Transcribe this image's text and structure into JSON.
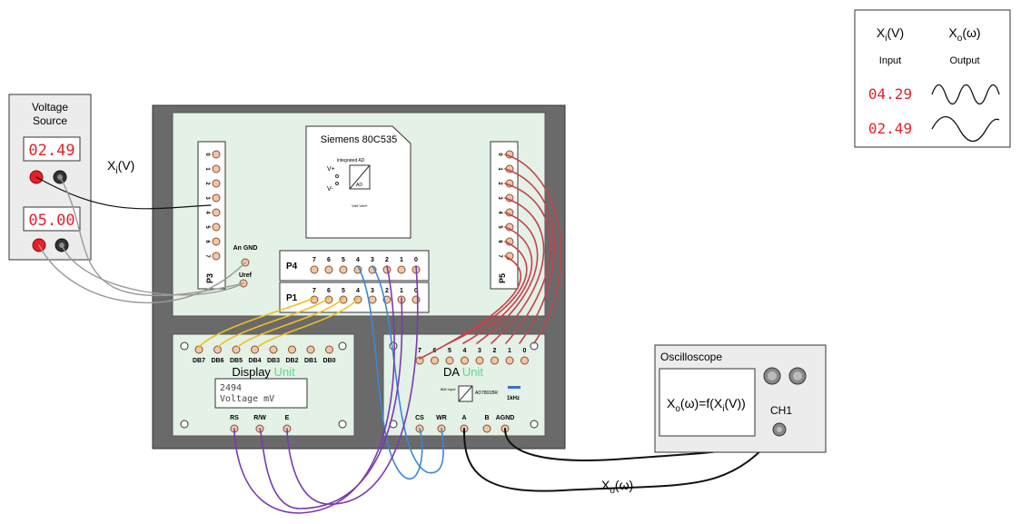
{
  "voltage_source": {
    "title_line1": "Voltage",
    "title_line2": "Source",
    "display1": "02.49",
    "display2": "05.00"
  },
  "xi_wire_label": "X",
  "xi_wire_sub": "i",
  "xi_wire_tail": "(V)",
  "mcu": {
    "chip_label": "Siemens 80C535",
    "integrated_ad": "Integrated AD",
    "v_plus": "V+",
    "v_minus": "V-",
    "ad_label": "AD",
    "vref": "Vref Vref+",
    "p3_label": "P3",
    "p5_label": "P5",
    "p4_label": "P4",
    "p1_label": "P1",
    "an_gnd": "An GND",
    "uref": "Uref",
    "port_pins": [
      "0",
      "1",
      "2",
      "3",
      "4",
      "5",
      "6",
      "7"
    ],
    "p4_pins": [
      "7",
      "6",
      "5",
      "4",
      "3",
      "2",
      "1",
      "0"
    ]
  },
  "display_unit": {
    "title": "Display",
    "title_accent": "Unit",
    "db_labels": [
      "DB7",
      "DB6",
      "DB5",
      "DB4",
      "DB3",
      "DB2",
      "DB1",
      "DB0"
    ],
    "lcd_line1": "2494",
    "lcd_line2": "Voltage mV",
    "ctrl_labels": [
      "RS",
      "R/W",
      "E"
    ]
  },
  "da_unit": {
    "title": "DA",
    "title_accent": "Unit",
    "bit_labels": [
      "7",
      "6",
      "5",
      "4",
      "3",
      "2",
      "1",
      "0"
    ],
    "chip": "AD7801BR",
    "freq": "1kHz",
    "input_label": "8bit Input",
    "ctrl_labels": [
      "CS",
      "WR",
      "A",
      "B",
      "AGND"
    ]
  },
  "oscilloscope": {
    "title": "Oscilloscope",
    "screen_text": "X",
    "screen_sub": "o",
    "screen_mid": "(ω)=f(X",
    "screen_sub2": "i",
    "screen_tail": "(V))",
    "channel": "CH1"
  },
  "xo_wire_label": "X",
  "xo_wire_sub": "o",
  "xo_wire_tail": "(ω)",
  "legend": {
    "col1_head": "X",
    "col1_sub": "i",
    "col1_tail": "(V)",
    "col2_head": "X",
    "col2_sub": "o",
    "col2_tail": "(ω)",
    "col1_caption": "Input",
    "col2_caption": "Output",
    "row1_value": "04.29",
    "row2_value": "02.49"
  },
  "colors": {
    "lcd_red": "#e8202a",
    "board_green": "#e3f1e6",
    "frame_gray": "#6a6a6a",
    "wire_red": "#c8404a",
    "wire_blue": "#3a86d6",
    "wire_purple": "#7a3ab0",
    "wire_yellow": "#f0c020",
    "wire_gray": "#9a9a9a",
    "pin_fill": "#efc7a8",
    "accent_unit": "#5fd68a"
  }
}
